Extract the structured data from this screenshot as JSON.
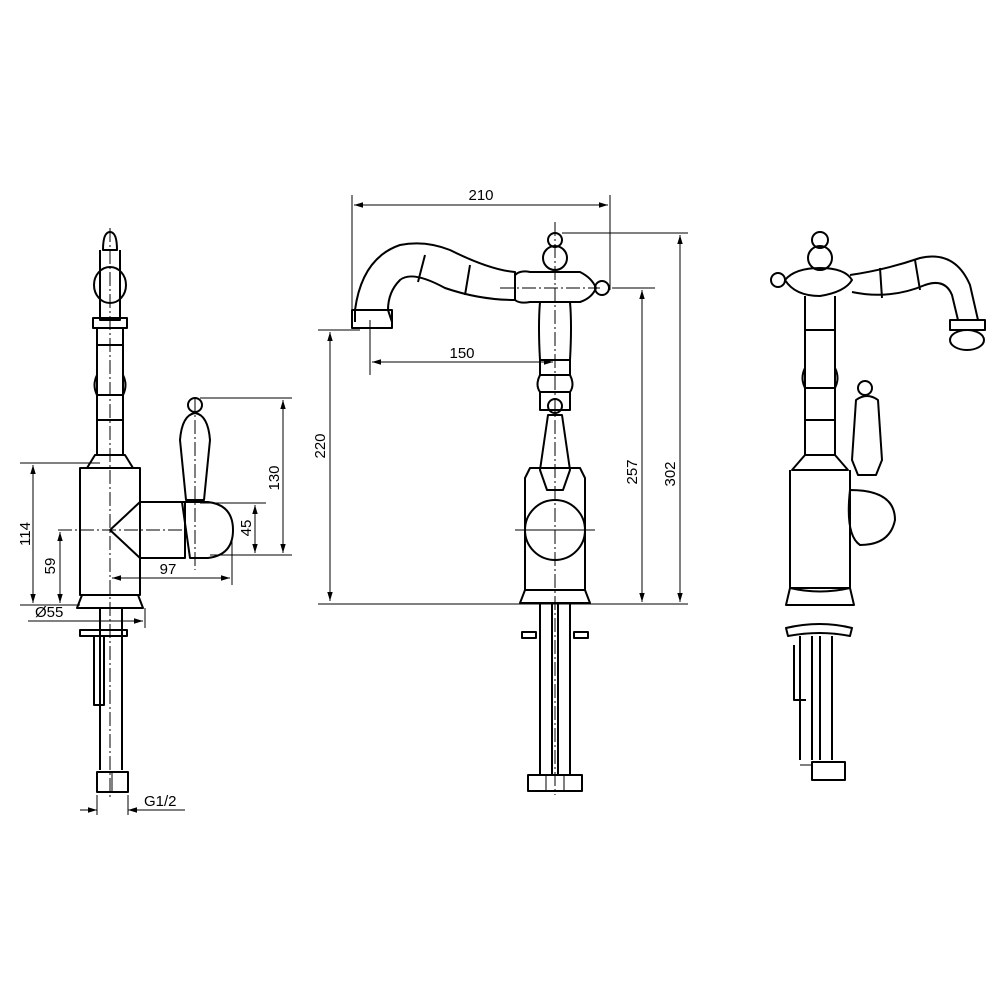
{
  "drawing": {
    "views": [
      "side-view",
      "front-view",
      "perspective-view"
    ],
    "side_dims": {
      "d114": "114",
      "d59": "59",
      "d130": "130",
      "d45": "45",
      "d97": "97",
      "d55": "Ø55",
      "thread": "G1/2"
    },
    "front_dims": {
      "d210": "210",
      "d150": "150",
      "d220": "220",
      "d257": "257",
      "d302": "302"
    },
    "colors": {
      "line": "#000000",
      "background": "#ffffff"
    }
  }
}
